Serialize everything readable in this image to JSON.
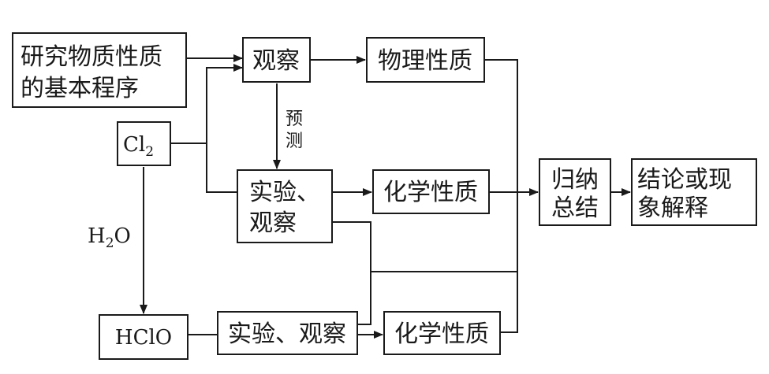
{
  "nodes": {
    "procedure": {
      "line1": "研究物质性质",
      "line2": "的基本程序"
    },
    "cl2": {
      "base": "Cl",
      "sub": "2"
    },
    "observe": {
      "label": "观察"
    },
    "physical": {
      "label": "物理性质"
    },
    "experiment": {
      "line1": "实验、",
      "line2": "观察"
    },
    "chemical_top": {
      "label": "化学性质"
    },
    "summarize": {
      "line1": "归纳",
      "line2": "总结"
    },
    "conclusion": {
      "line1": "结论或现",
      "line2": "象解释"
    },
    "hclo": {
      "label": "HClO"
    },
    "experiment2": {
      "label": "实验、观察"
    },
    "chemical_bottom": {
      "label": "化学性质"
    }
  },
  "edge_labels": {
    "predict": {
      "char1": "预",
      "char2": "测"
    },
    "water": {
      "base": "H",
      "sub": "2",
      "tail": "O"
    }
  },
  "colors": {
    "ink": "#1a1a1a",
    "background": "#ffffff"
  }
}
